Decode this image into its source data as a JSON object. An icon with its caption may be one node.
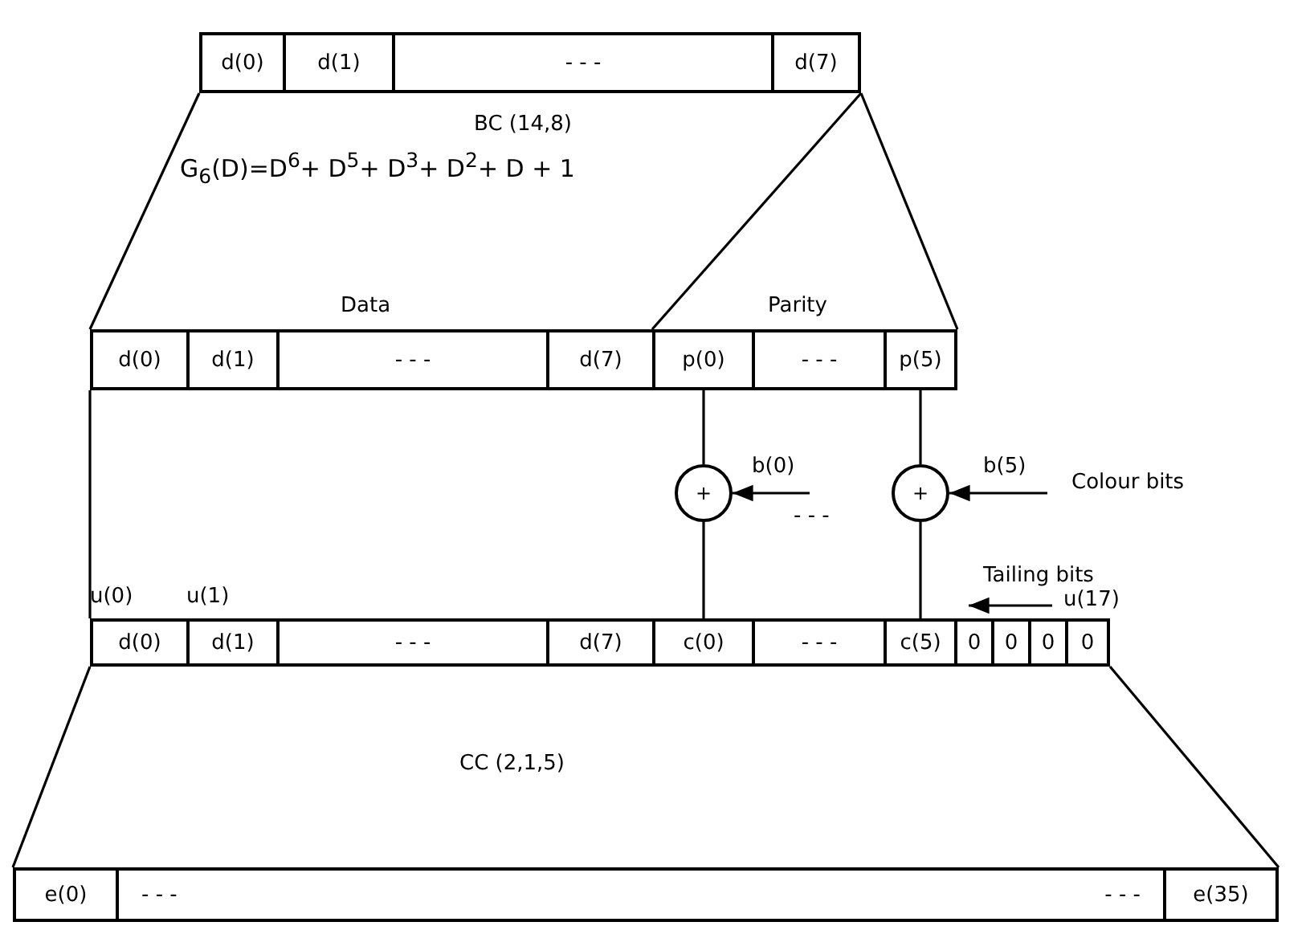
{
  "diagram": {
    "nodes": [
      {
        "text": [
          "d(0)"
        ]
      },
      {
        "text": [
          "d(1)"
        ]
      },
      {
        "text": [
          "- - -"
        ]
      },
      {
        "text": [
          "d(7)"
        ]
      },
      {
        "text": [
          "d(0)"
        ]
      },
      {
        "text": [
          "d(1)"
        ]
      },
      {
        "text": [
          "- - -"
        ]
      },
      {
        "text": [
          "d(7)"
        ]
      },
      {
        "text": [
          "p(0)"
        ]
      },
      {
        "text": [
          "- - -"
        ]
      },
      {
        "text": [
          "p(5)"
        ]
      },
      {
        "text": [
          "d(0)"
        ]
      },
      {
        "text": [
          "d(1)"
        ]
      },
      {
        "text": [
          "- - -"
        ]
      },
      {
        "text": [
          "d(7)"
        ]
      },
      {
        "text": [
          "c(0)"
        ]
      },
      {
        "text": [
          "- - -"
        ]
      },
      {
        "text": [
          "c(5)"
        ]
      },
      {
        "text": [
          "0"
        ]
      },
      {
        "text": [
          "0"
        ]
      },
      {
        "text": [
          "0"
        ]
      },
      {
        "text": [
          "0"
        ]
      },
      {
        "text": [
          "e(0)"
        ]
      },
      {
        "text": [
          "- - -",
          "- - -"
        ]
      },
      {
        "text": [
          "e(35)"
        ]
      },
      {
        "text": [
          "+"
        ]
      },
      {
        "text": [
          "+"
        ]
      },
      {
        "text": [
          "b(0)"
        ]
      },
      {
        "text": [
          "b(5)"
        ]
      }
    ],
    "edges": [
      {
        "from": 8,
        "to": 25,
        "arrow": "none"
      },
      {
        "from": 25,
        "to": 15,
        "arrow": "none"
      },
      {
        "from": 10,
        "to": 26,
        "arrow": "none"
      },
      {
        "from": 26,
        "to": 17,
        "arrow": "none"
      },
      {
        "from": 27,
        "to": 25,
        "arrow": "to"
      },
      {
        "from": 28,
        "to": 26,
        "arrow": "to"
      },
      {
        "from": 0,
        "to": 4,
        "arrow": "none"
      },
      {
        "from": 3,
        "to": 8,
        "arrow": "none"
      },
      {
        "from": 3,
        "to": 10,
        "arrow": "none"
      },
      {
        "from": 4,
        "to": 11,
        "arrow": "none"
      },
      {
        "from": 11,
        "to": 22,
        "arrow": "none"
      },
      {
        "from": 21,
        "to": 24,
        "arrow": "none"
      }
    ],
    "labels": [
      "BC (14,8)",
      "G$_{6}$(D)=D$^{6}$+ D$^{5}$+ D$^{3}$+ D$^{2}$+ D + 1",
      "Data",
      "Parity",
      "Colour bits",
      "- - -",
      "Tailing bits",
      "u(0)",
      "u(1)",
      "u(17)",
      "CC (2,1,5)"
    ]
  }
}
